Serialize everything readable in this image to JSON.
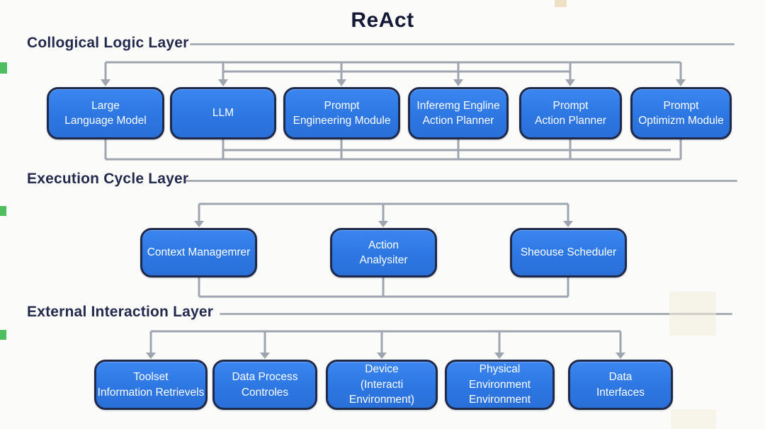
{
  "title": "ReAct",
  "layers": [
    {
      "label": "Collogical Logic Layer",
      "nodes": [
        {
          "label": "Large\nLanguage Model"
        },
        {
          "label": "LLM"
        },
        {
          "label": "Prompt\nEngineering Module"
        },
        {
          "label": "Inferemg Engline\nAction Planner"
        },
        {
          "label": "Prompt\nAction Planner"
        },
        {
          "label": "Prompt\nOptimizm Module"
        }
      ]
    },
    {
      "label": "Execution Cycle Layer",
      "nodes": [
        {
          "label": "Context Managemrer"
        },
        {
          "label": "Action\nAnalysiter"
        },
        {
          "label": "Sheouse Scheduler"
        }
      ]
    },
    {
      "label": "External Interaction Layer",
      "nodes": [
        {
          "label": "Toolset\nInformation Retrievels"
        },
        {
          "label": "Data Process\nControles"
        },
        {
          "label": "Device\n(Interacti Environment)"
        },
        {
          "label": "Physical Environment\nEnvironment"
        },
        {
          "label": "Data\nInterfaces"
        }
      ]
    }
  ],
  "colors": {
    "node_fill": "#2e79e4",
    "node_border": "#1f2949",
    "node_text": "#ffffff",
    "connector": "#9fa5af",
    "layer_label_text": "#242a4e",
    "title_text": "#141a36",
    "background": "#fbfbf9",
    "edge_marker_green": "#2fb344"
  }
}
